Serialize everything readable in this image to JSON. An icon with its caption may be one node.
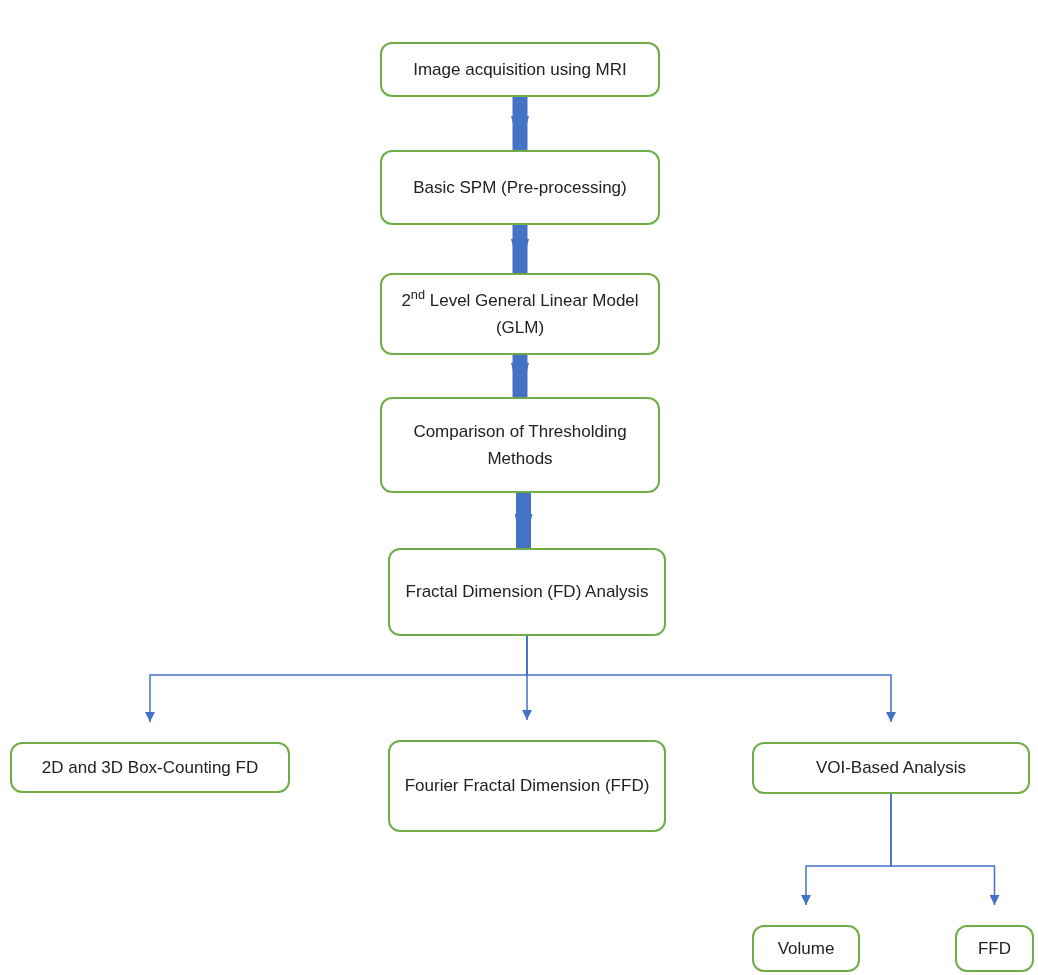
{
  "diagram": {
    "nodes": [
      {
        "text": [
          "Image acquisition using MRI"
        ]
      },
      {
        "text": [
          "Basic SPM (Pre-processing)"
        ]
      },
      {
        "text": [
          "2$^{nd}$ Level General Linear Model (GLM)"
        ]
      },
      {
        "text": [
          "Comparison of Thresholding Methods"
        ]
      },
      {
        "text": [
          "Fractal Dimension (FD) Analysis"
        ]
      },
      {
        "text": [
          "2D and 3D Box-Counting FD"
        ]
      },
      {
        "text": [
          "Fourier Fractal Dimension (FFD)"
        ]
      },
      {
        "text": [
          "VOI-Based Analysis"
        ]
      },
      {
        "text": [
          "Volume"
        ]
      },
      {
        "text": [
          "FFD"
        ]
      }
    ],
    "edges": [
      {
        "from": 0,
        "to": 1,
        "arrow": "to",
        "style": "thick"
      },
      {
        "from": 1,
        "to": 2,
        "arrow": "to",
        "style": "thick"
      },
      {
        "from": 2,
        "to": 3,
        "arrow": "to",
        "style": "thick"
      },
      {
        "from": 3,
        "to": 4,
        "arrow": "to",
        "style": "thick"
      },
      {
        "from": 4,
        "to": 5,
        "arrow": "to"
      },
      {
        "from": 4,
        "to": 6,
        "arrow": "to"
      },
      {
        "from": 4,
        "to": 7,
        "arrow": "to"
      },
      {
        "from": 7,
        "to": 8,
        "arrow": "to"
      },
      {
        "from": 7,
        "to": 9,
        "arrow": "to"
      }
    ]
  }
}
